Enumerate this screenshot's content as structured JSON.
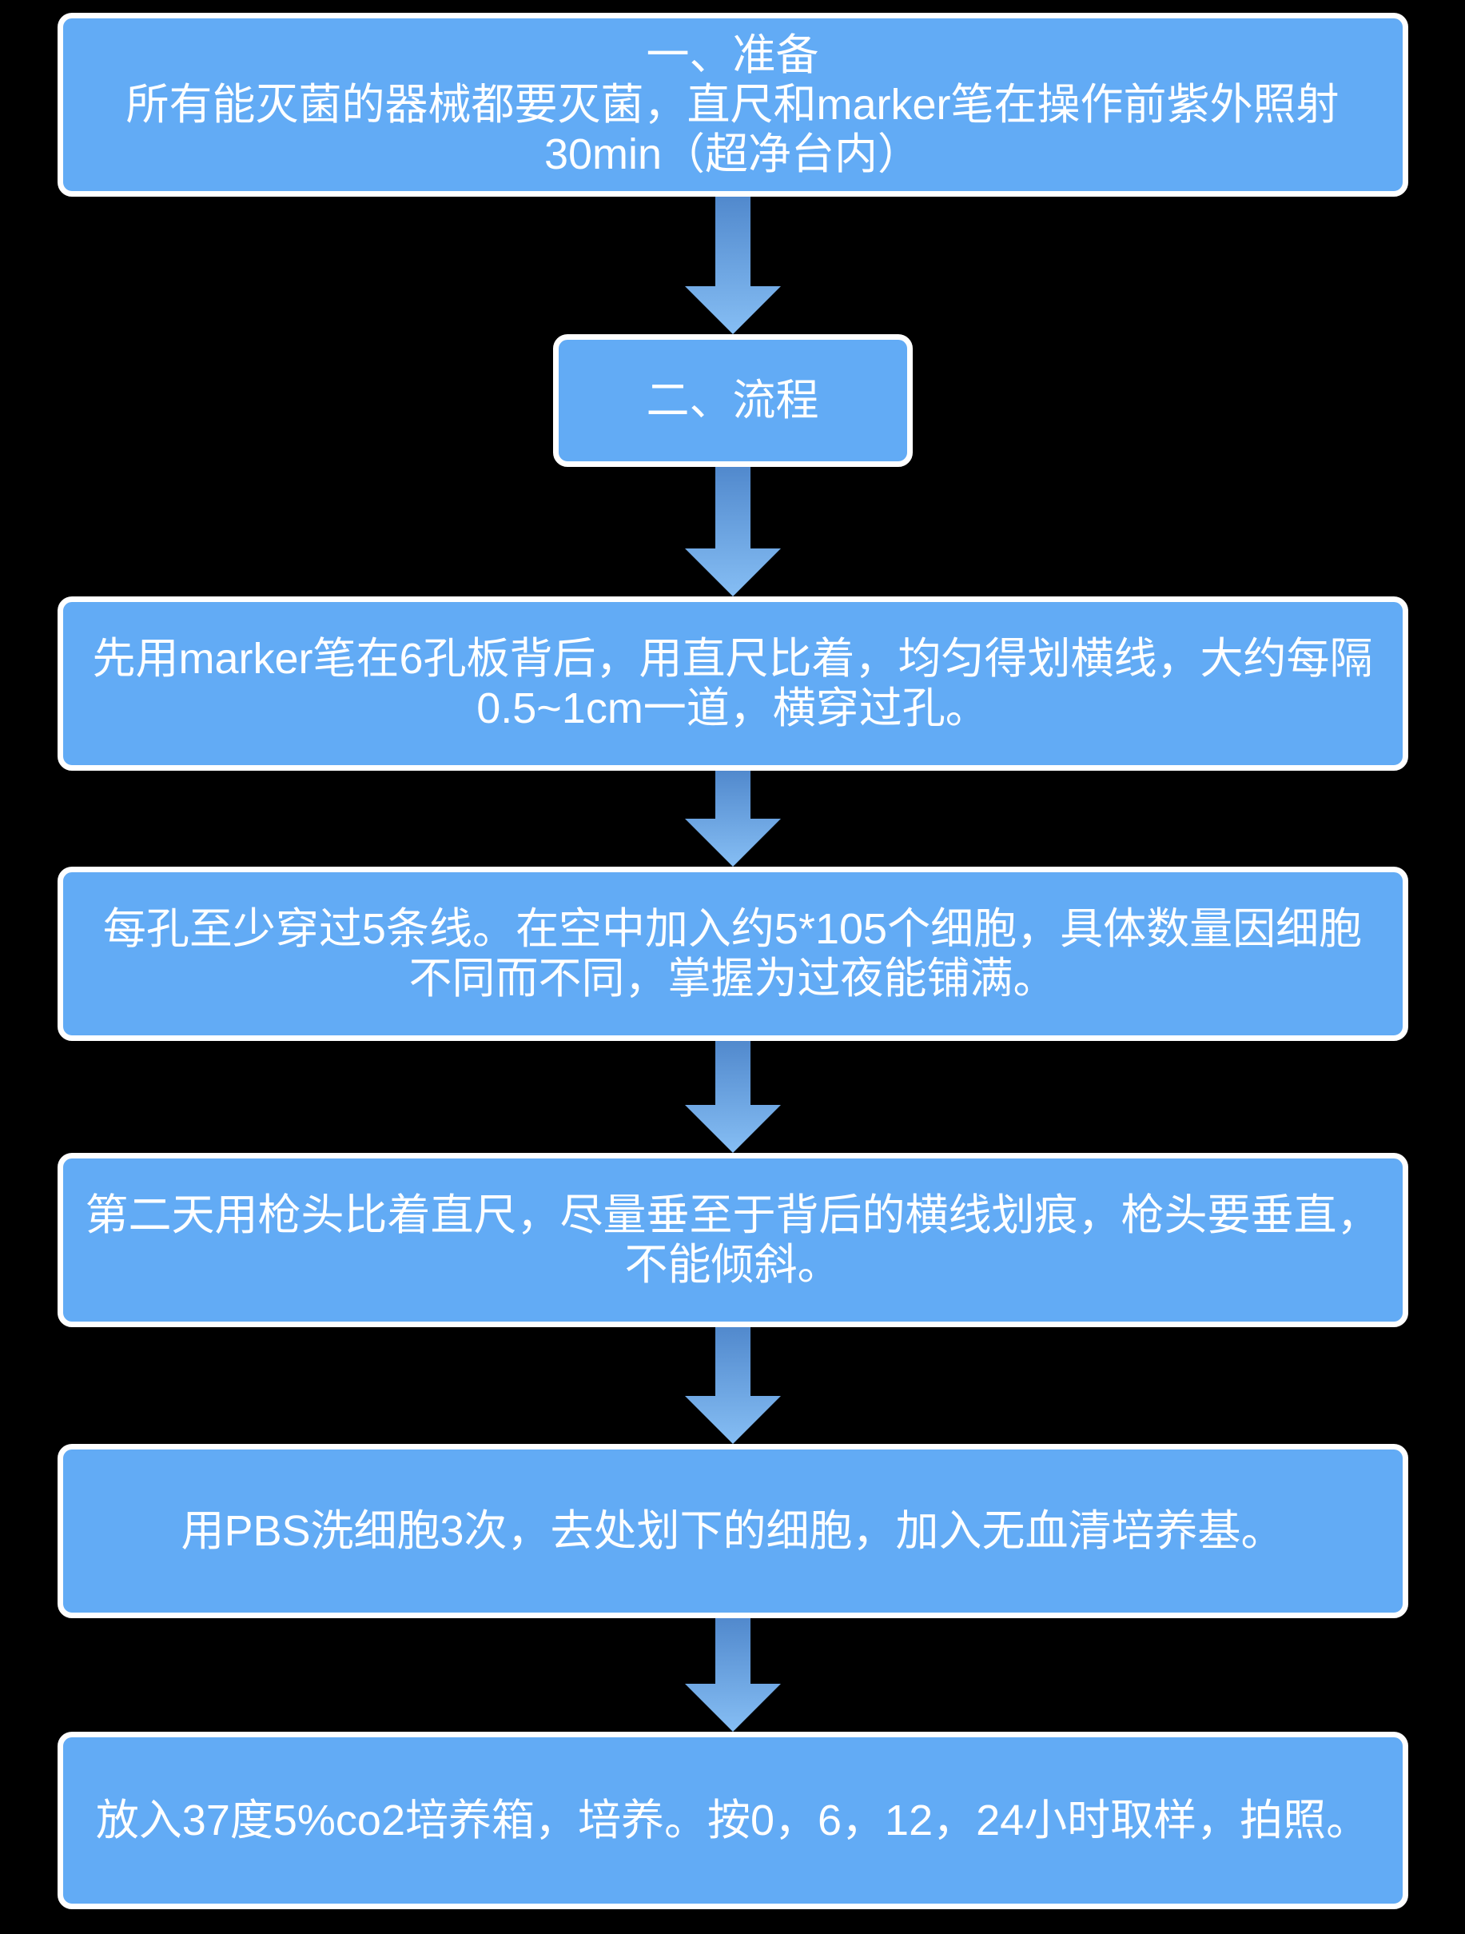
{
  "flowchart": {
    "colors": {
      "background": "#000000",
      "box_fill": "#62abf5",
      "box_border": "#ffffff",
      "text": "#ffffff",
      "arrow_top": "#5189cd",
      "arrow_bottom": "#86bef4"
    },
    "boxes": [
      {
        "name": "prepare",
        "lines": [
          "一、准备",
          "所有能灭菌的器械都要灭菌，直尺和marker笔在操作前紫外照射",
          "30min（超净台内）"
        ]
      },
      {
        "name": "process-title",
        "lines": [
          "二、流程"
        ]
      },
      {
        "name": "draw-lines",
        "lines": [
          "先用marker笔在6孔板背后，用直尺比着，均匀得划横线，大约每隔",
          "0.5~1cm一道，横穿过孔。"
        ]
      },
      {
        "name": "seed-cells",
        "lines": [
          "每孔至少穿过5条线。在空中加入约5*105个细胞，具体数量因细胞",
          "不同而不同，掌握为过夜能铺满。"
        ]
      },
      {
        "name": "scratch",
        "lines": [
          "第二天用枪头比着直尺，尽量垂至于背后的横线划痕，枪头要垂直，",
          "不能倾斜。"
        ]
      },
      {
        "name": "wash",
        "lines": [
          "用PBS洗细胞3次，去处划下的细胞，加入无血清培养基。"
        ]
      },
      {
        "name": "incubate",
        "lines": [
          "放入37度5%co2培养箱，培养。按0，6，12，24小时取样，拍照。"
        ]
      }
    ]
  }
}
